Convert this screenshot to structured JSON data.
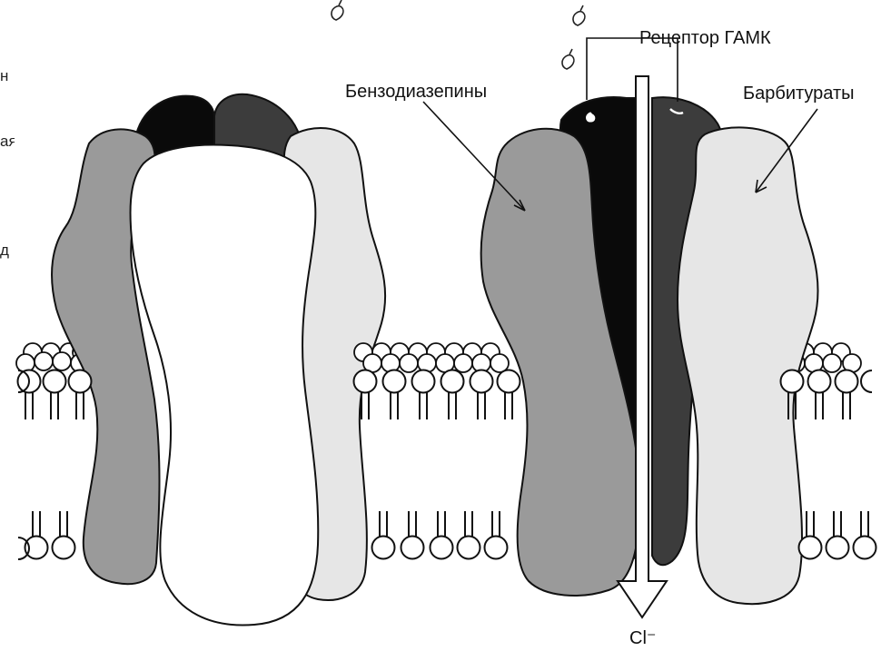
{
  "labels": {
    "gaba_receptor": "Рецептор ГАМК",
    "benzodiazepines": "Бензодиазепины",
    "barbiturates": "Барбитураты",
    "chloride_ion": "Cl⁻"
  },
  "left_edge_text": [
    "н",
    "ая",
    "",
    "д"
  ],
  "colors": {
    "black_subunit": "#0a0a0a",
    "dark_gray_subunit": "#3c3c3c",
    "gray_subunit": "#9a9a9a",
    "light_gray_subunit": "#e6e6e6",
    "white_subunit": "#ffffff",
    "outline": "#111111"
  }
}
